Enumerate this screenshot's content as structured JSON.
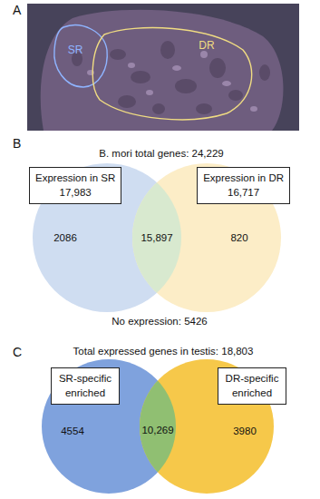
{
  "diagram": {
    "nodes": [
      {
        "text": [
          "SR"
        ]
      },
      {
        "text": [
          "DR"
        ]
      },
      {
        "text": [
          "Expression in SR",
          "17,983"
        ]
      },
      {
        "text": [
          "Expression in DR",
          "16,717"
        ]
      },
      {
        "text": [
          "2086"
        ]
      },
      {
        "text": [
          "820"
        ]
      },
      {
        "text": [
          "SR-specific enriched"
        ]
      },
      {
        "text": [
          "DR-specific enriched"
        ]
      },
      {
        "text": [
          "4554"
        ]
      },
      {
        "text": [
          "3980"
        ]
      }
    ],
    "labels": [
      "A",
      "B",
      "B. mori total genes: 24,229",
      "15,897",
      "No expression: 5426",
      "C",
      "Total expressed genes in testis: 18,803",
      "10,269"
    ]
  }
}
